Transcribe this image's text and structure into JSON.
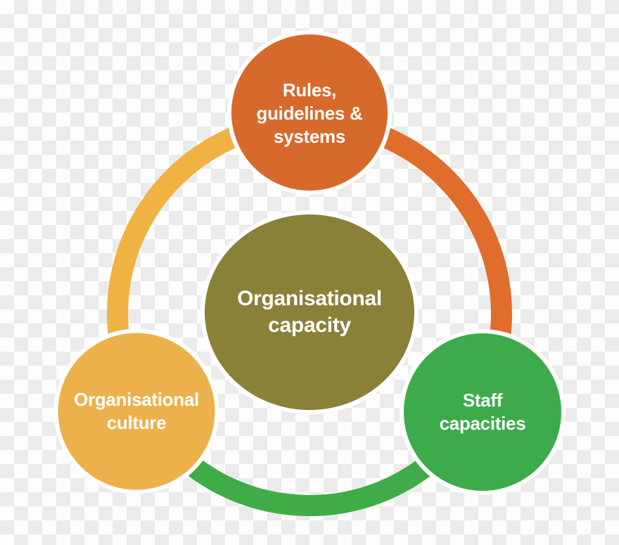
{
  "background": {
    "pattern": "transparency-checkerboard",
    "checker_light": "#fdfdfd",
    "checker_dark": "#ebebeb"
  },
  "diagram": {
    "center_node": {
      "lines": [
        "Organisational",
        "capacity"
      ],
      "fill": "#8a8139"
    },
    "nodes": {
      "top": {
        "lines": [
          "Rules,",
          "guidelines &",
          "systems"
        ],
        "fill": "#d8692c"
      },
      "bottom_left": {
        "lines": [
          "Organisational",
          "culture"
        ],
        "fill": "#ecb14b"
      },
      "bottom_right": {
        "lines": [
          "Staff",
          "capacities"
        ],
        "fill": "#3dab4c"
      }
    },
    "ring": {
      "right_segment_color": "#e06d2c",
      "bottom_segment_color": "#3fac47",
      "left_segment_color": "#efb243"
    },
    "node_border_color": "#ffffff",
    "label_text_color": "#ffffff"
  }
}
